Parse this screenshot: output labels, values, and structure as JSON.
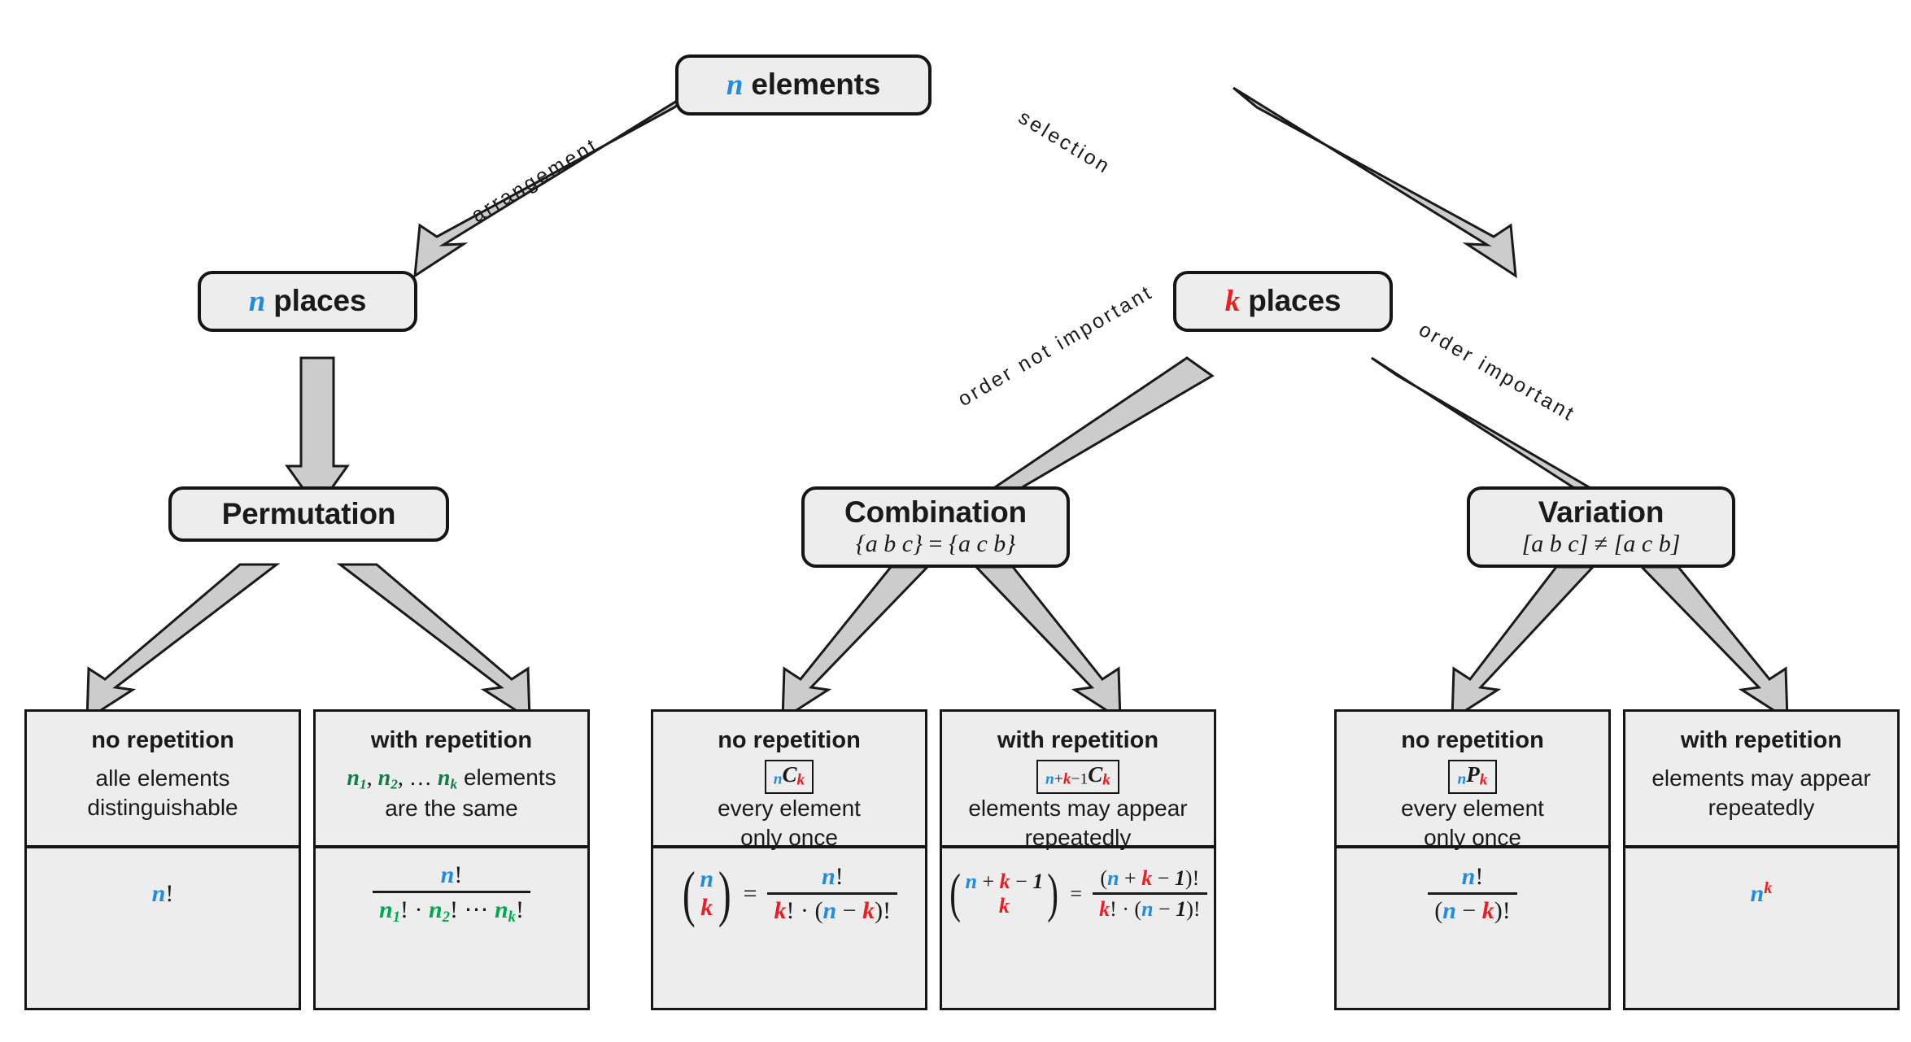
{
  "diagram": {
    "title": "Combinatorics decision tree",
    "colors": {
      "n": "#1f8ce0",
      "k": "#ee1c20",
      "green": "#00a84f",
      "box_fill": "#ededed",
      "box_stroke": "#151515",
      "arrow_fill": "#cccccc"
    }
  },
  "root": {
    "var": "n",
    "label": "elements"
  },
  "edges": {
    "arrangement": "arrangement",
    "selection": "selection",
    "order_not_important": "order not important",
    "order_important": "order important"
  },
  "level2": [
    {
      "var": "n",
      "label": "places"
    },
    {
      "var": "k",
      "label": "places"
    }
  ],
  "level3": [
    {
      "title": "Permutation",
      "note": ""
    },
    {
      "title": "Combination",
      "note_left": "{a b c}",
      "note_op": "=",
      "note_right": "{a c b}"
    },
    {
      "title": "Variation",
      "note_left": "[a b c]",
      "note_op": "≠",
      "note_right": "[a c b]"
    }
  ],
  "leaves": [
    {
      "lead": "no repetition",
      "symbol": "",
      "desc_line1": "alle elements",
      "desc_line2": "distinguishable",
      "formula_text": "n!"
    },
    {
      "lead": "with repetition",
      "symbol": "",
      "desc_line1": "n₁, n₂, … nₖ elements",
      "desc_line2": "are the same",
      "formula_text": "n! / (n₁! · n₂! ⋯ nₖ!)"
    },
    {
      "lead": "no repetition",
      "symbol": "nCk",
      "desc_line1": "every element",
      "desc_line2": "only once",
      "formula_text": "(n over k) = n! / (k! · (n − k)!)"
    },
    {
      "lead": "with repetition",
      "symbol": "n+k−1Ck",
      "desc_line1": "elements may appear",
      "desc_line2": "repeatedly",
      "formula_text": "(n+k−1 over k) = (n + k − 1)! / (k! · (n − 1)!)"
    },
    {
      "lead": "no repetition",
      "symbol": "nPk",
      "desc_line1": "every element",
      "desc_line2": "only once",
      "formula_text": "n! / (n − k)!"
    },
    {
      "lead": "with repetition",
      "symbol": "",
      "desc_line1": "elements may appear",
      "desc_line2": "repeatedly",
      "formula_text": "n^k"
    }
  ]
}
